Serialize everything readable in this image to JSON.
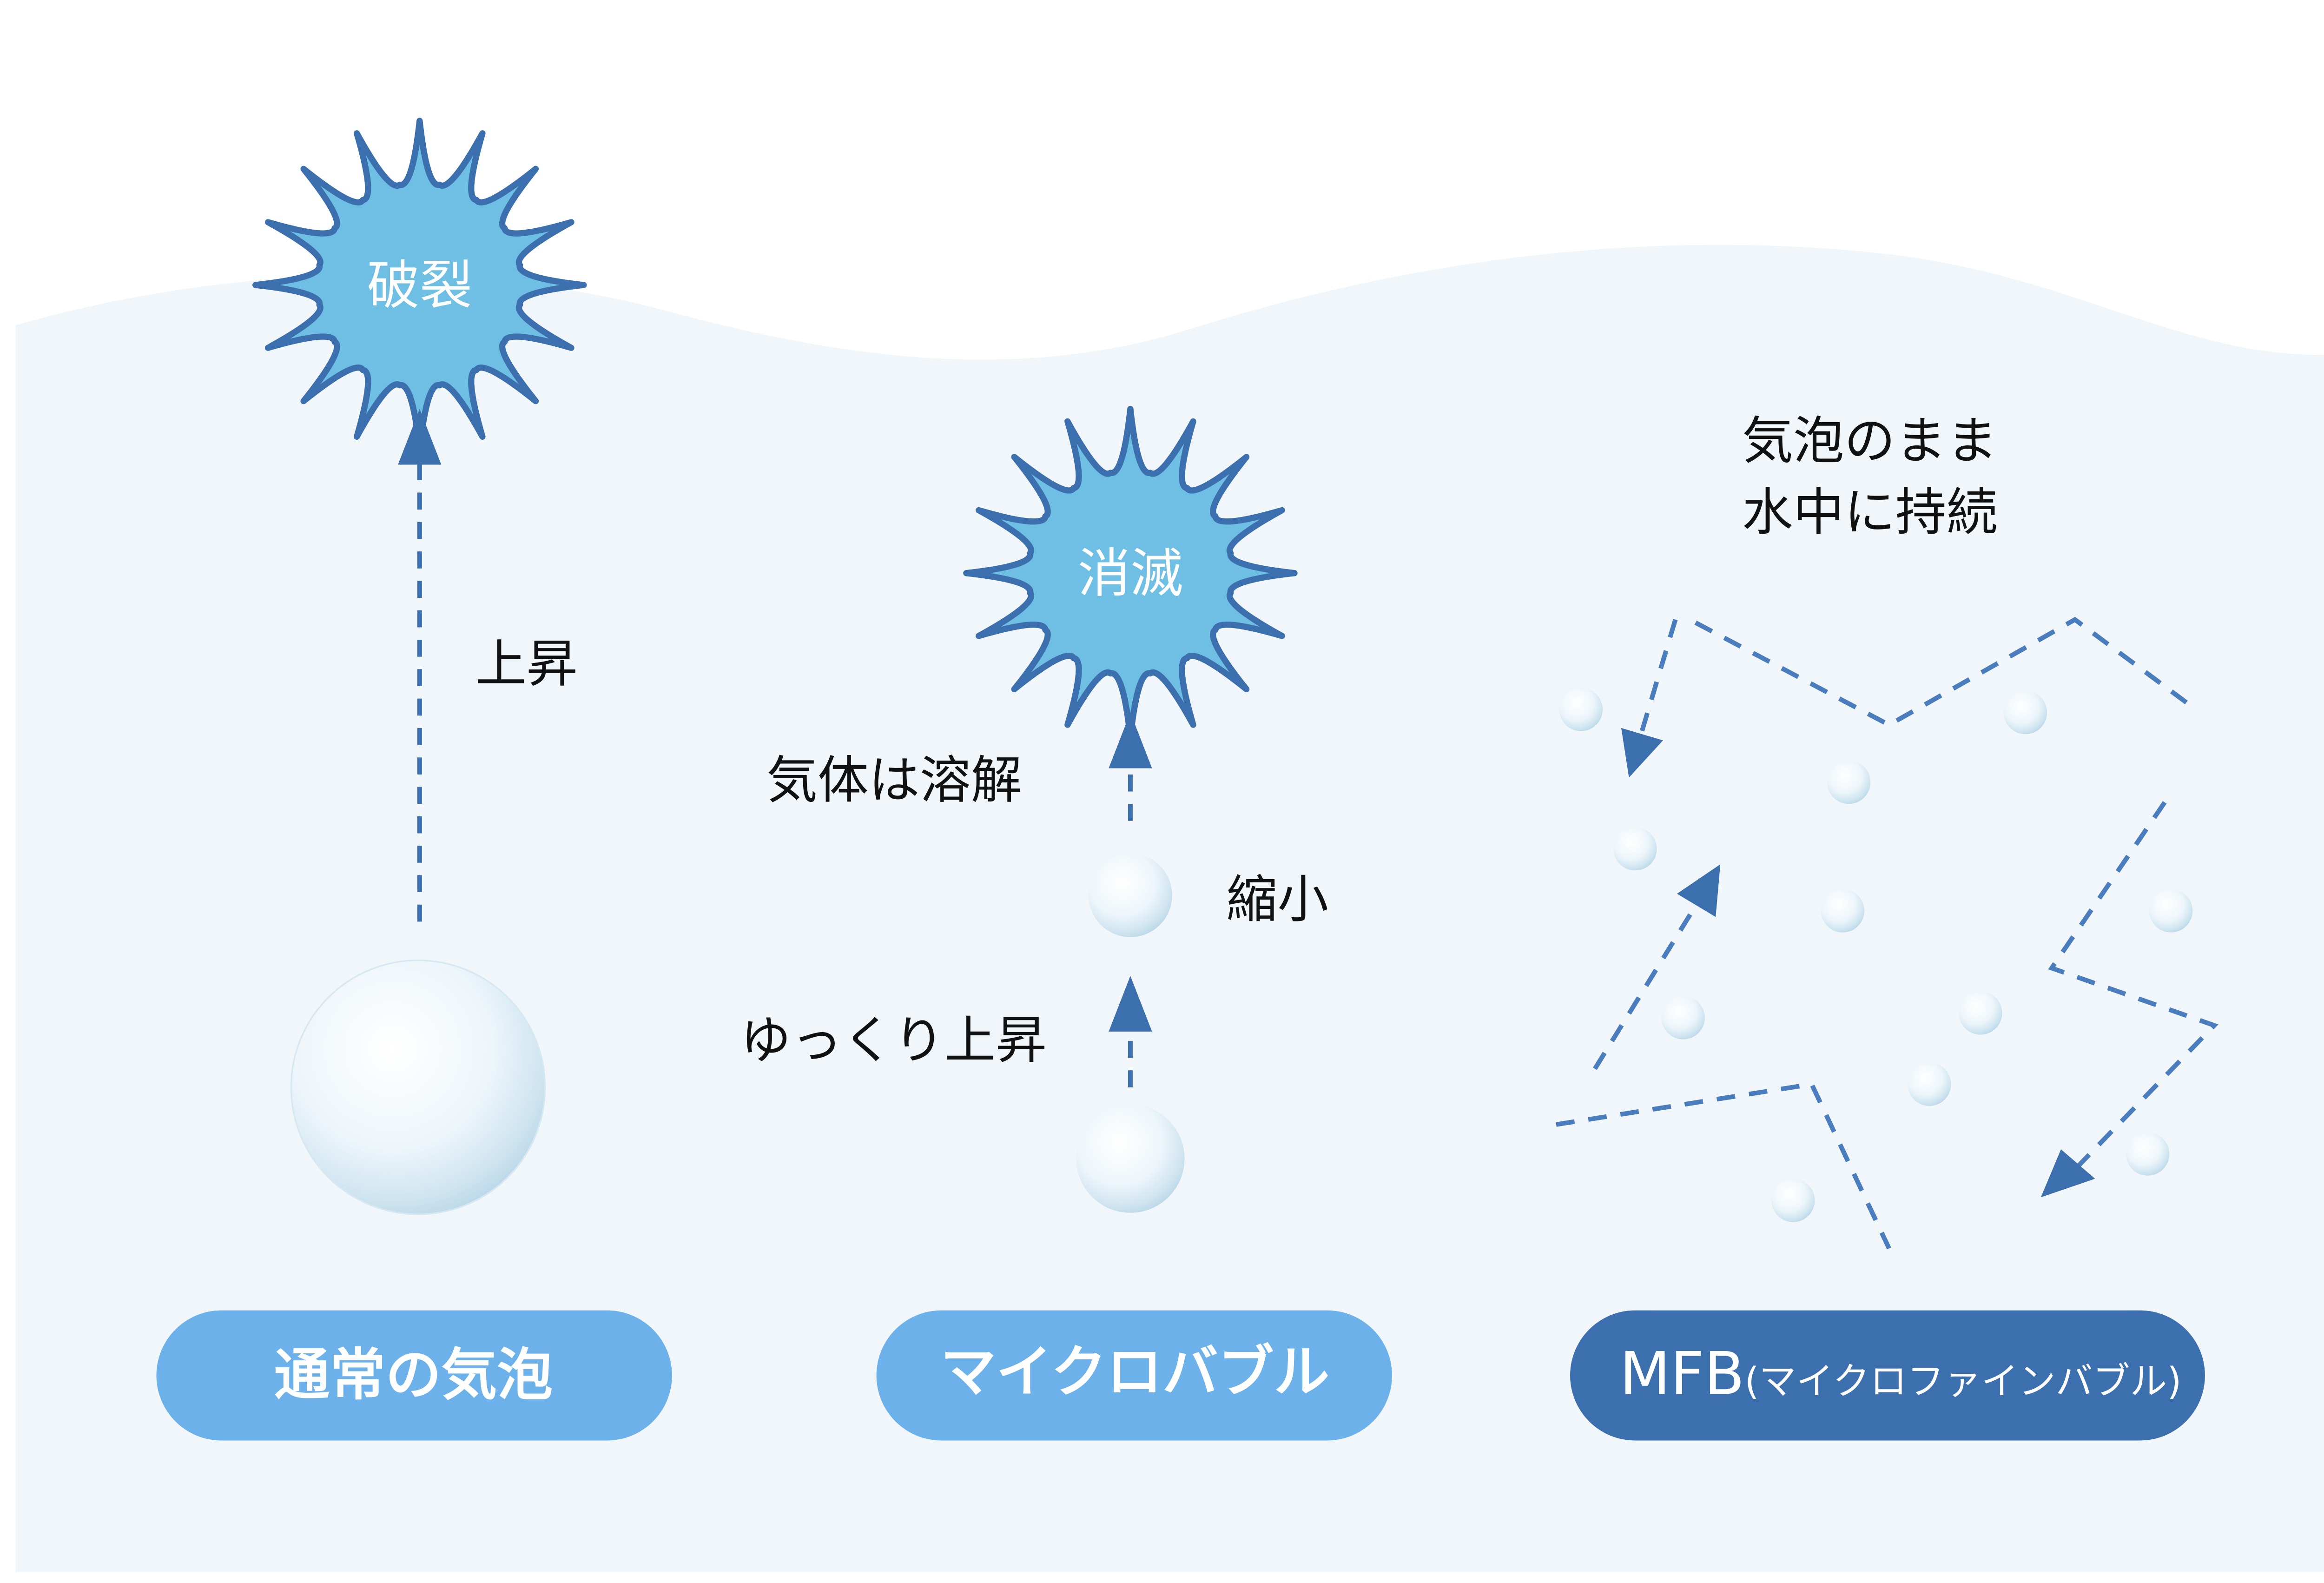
{
  "colors": {
    "background_water": "#f1f6fb",
    "burst_fill": "#6fbee3",
    "burst_stroke": "#3b6fae",
    "pill_light": "#6cb1ea",
    "pill_dark": "#3b6fae",
    "arrow": "#3b6fae"
  },
  "columns": {
    "normal": {
      "burst_label": "破裂",
      "rise_label": "上昇",
      "pill_label": "通常の気泡"
    },
    "micro": {
      "burst_label": "消滅",
      "dissolve_label": "気体は溶解",
      "shrink_label": "縮小",
      "slow_rise_label": "ゆっくり上昇",
      "pill_label": "マイクロバブル"
    },
    "mfb": {
      "note_line1": "気泡のまま",
      "note_line2": "水中に持続",
      "pill_label_main": "MFB",
      "pill_label_sub": "(マイクロファインバブル)"
    }
  }
}
